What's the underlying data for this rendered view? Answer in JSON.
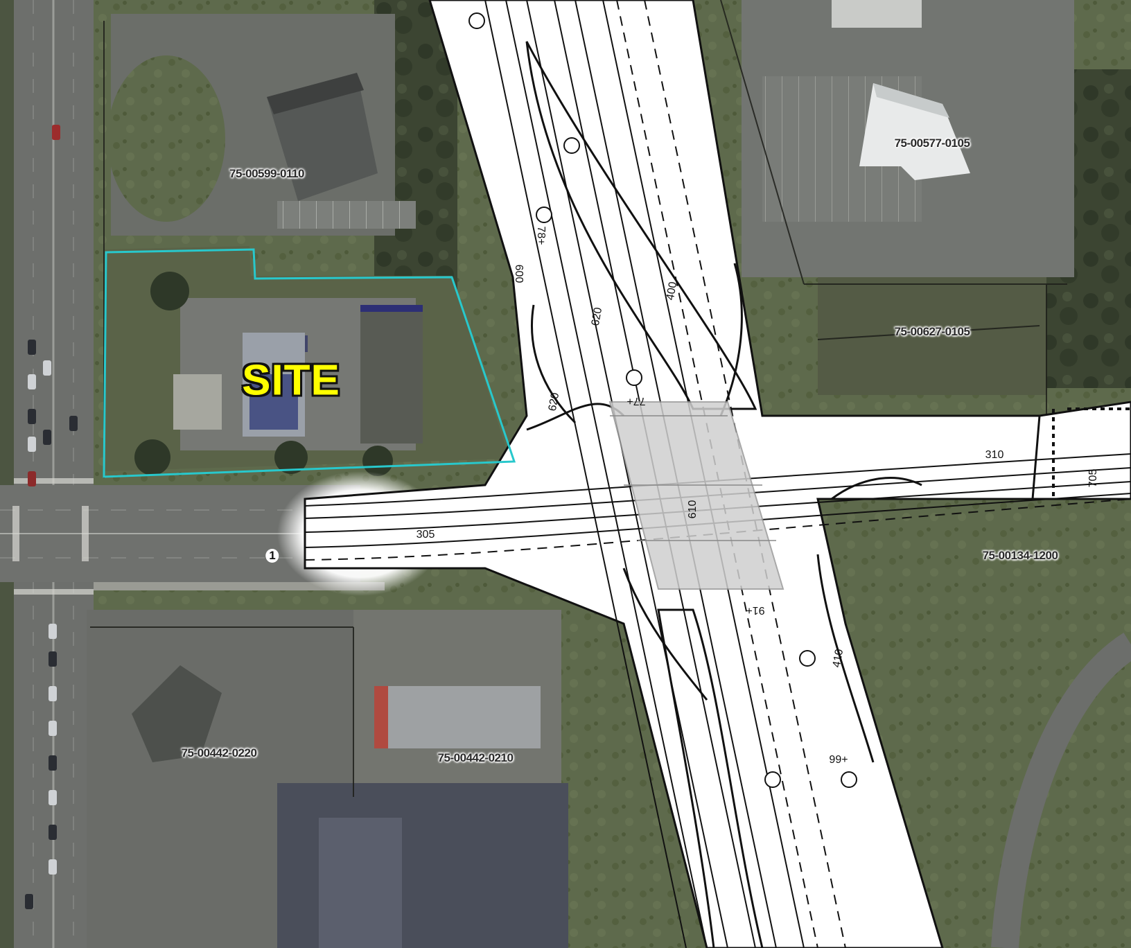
{
  "map": {
    "site_label": "SITE",
    "parcels": [
      "75-00599-0110",
      "75-00577-0105",
      "75-00627-0105",
      "75-00134-1200",
      "75-00442-0220",
      "75-00442-0210"
    ],
    "route_label": "1",
    "stations": [
      "78+",
      "600",
      "620",
      "310",
      "305",
      "705",
      "410",
      "99+",
      "91+",
      "77+",
      "610",
      "400",
      "620"
    ],
    "colors": {
      "site_boundary": "#28c8cc",
      "site_text": "#ffff00",
      "plan_fill": "#ffffff",
      "plan_line": "#111111",
      "bridge_fill": "#cfcfcf"
    }
  }
}
